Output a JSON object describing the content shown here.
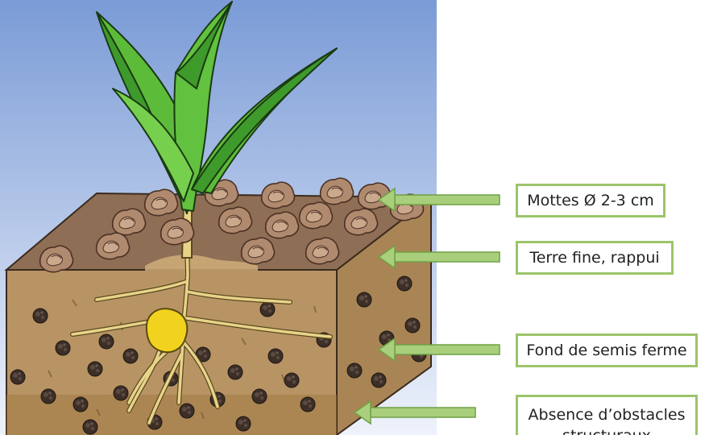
{
  "labels": [
    {
      "id": "mottes",
      "text": "Mottes Ø 2-3 cm"
    },
    {
      "id": "terre-fine",
      "text": "Terre fine, rappui"
    },
    {
      "id": "fond",
      "text": "Fond de semis ferme"
    },
    {
      "id": "absence",
      "text": "Absence d’obstacles",
      "text2": "structuraux"
    }
  ],
  "colors": {
    "sky_top": "#7a9bd6",
    "sky_bottom": "#eef2fb",
    "soil_front": "#b89464",
    "soil_side": "#a98555",
    "soil_top": "#8e6e55",
    "clod": "#b08a6e",
    "dark_clod": "#3d2f28",
    "leaf": "#5dbb3a",
    "leaf_dark": "#2e8a24",
    "root": "#e8d389",
    "seed": "#f1d21e",
    "arrow": "#a9cf7c",
    "box_border": "#9cc46a"
  }
}
